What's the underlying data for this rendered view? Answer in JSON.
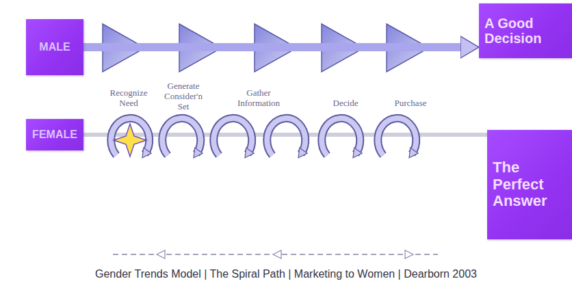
{
  "diagram": {
    "caption": "Gender Trends Model | The Spiral Path | Marketing to Women | Dearborn 2003",
    "nodes": [
      {
        "text": [
          "MALE"
        ]
      },
      {
        "text": [
          "A Good Decision"
        ]
      },
      {
        "text": [
          "FEMALE"
        ]
      },
      {
        "text": [
          "The Perfect Answer"
        ]
      }
    ],
    "edges": [
      {
        "from": 0,
        "to": 1,
        "arrow": "to"
      },
      {
        "from": 2,
        "to": 3,
        "arrow": "none"
      }
    ],
    "labels": [
      "Recognize Need",
      "Generate Consider'n Set",
      "Gather Information",
      "Decide",
      "Purchase"
    ]
  }
}
